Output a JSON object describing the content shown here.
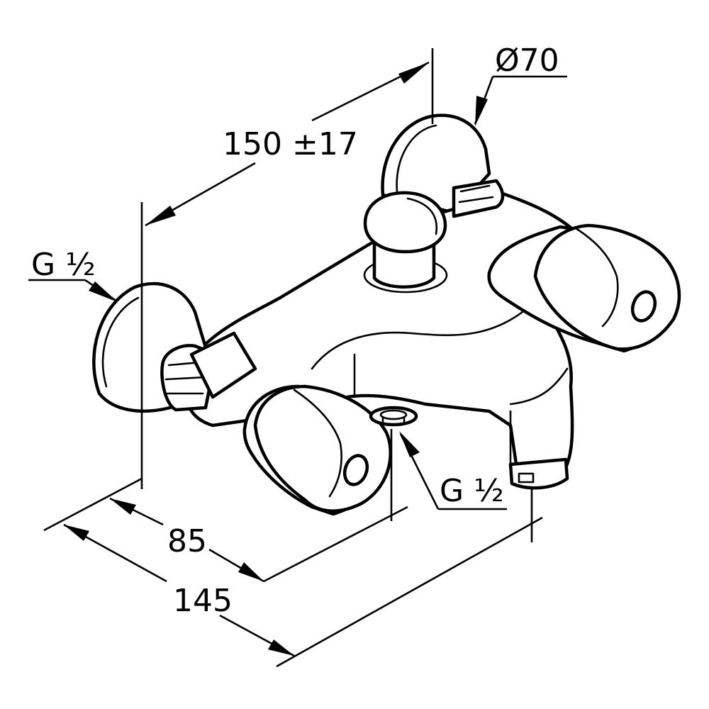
{
  "dimensions": {
    "spacing": "150 ±17",
    "rosette_diameter": "Ø70",
    "inlet_thread": "G ½",
    "outlet_thread": "G ½",
    "spout_depth": "85",
    "total_depth": "145"
  }
}
